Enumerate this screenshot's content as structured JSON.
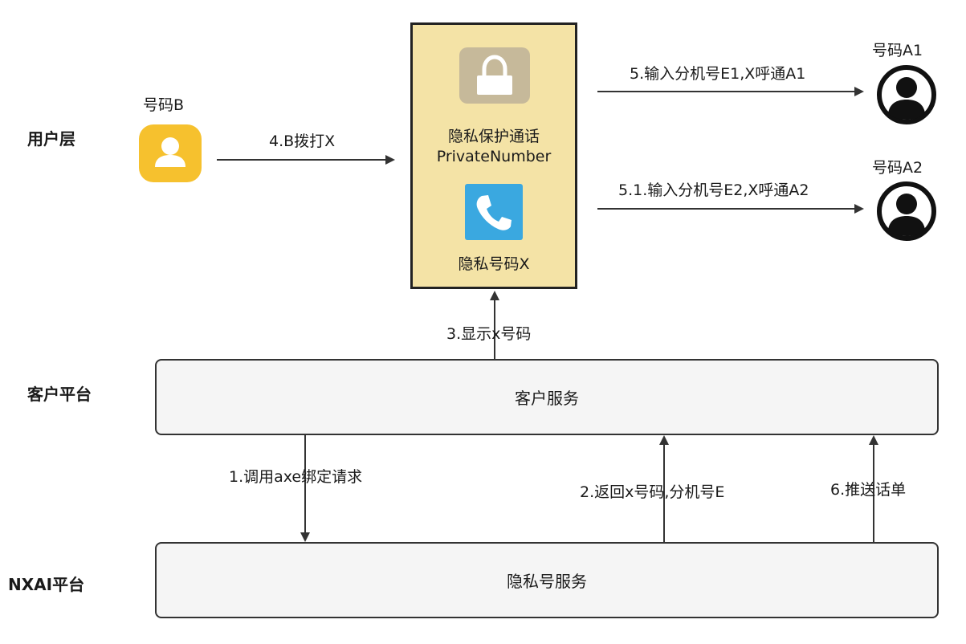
{
  "layers": {
    "user_layer": "用户层",
    "client_platform": "客户平台",
    "nxai_platform": "NXAI平台"
  },
  "nodes": {
    "number_b": "号码B",
    "number_a1": "号码A1",
    "number_a2": "号码A2",
    "privacy_title": "隐私保护通话",
    "privacy_subtitle": "PrivateNumber",
    "privacy_number": "隐私号码X",
    "client_service": "客户服务",
    "privacy_service": "隐私号服务"
  },
  "steps": {
    "step1": "1.调用axe绑定请求",
    "step2": "2.返回x号码,分机号E",
    "step3": "3.显示x号码",
    "step4": "4.B拨打X",
    "step5": "5.输入分机号E1,X呼通A1",
    "step5_1": "5.1.输入分机号E2,X呼通A2",
    "step6": "6.推送话单"
  },
  "colors": {
    "privacy_box_fill": "#f4e3a6",
    "service_box_fill": "#f5f5f5",
    "contact_icon": "#f6c12e",
    "phone_icon": "#3aa8e0",
    "lock_icon": "#c6b99a"
  }
}
